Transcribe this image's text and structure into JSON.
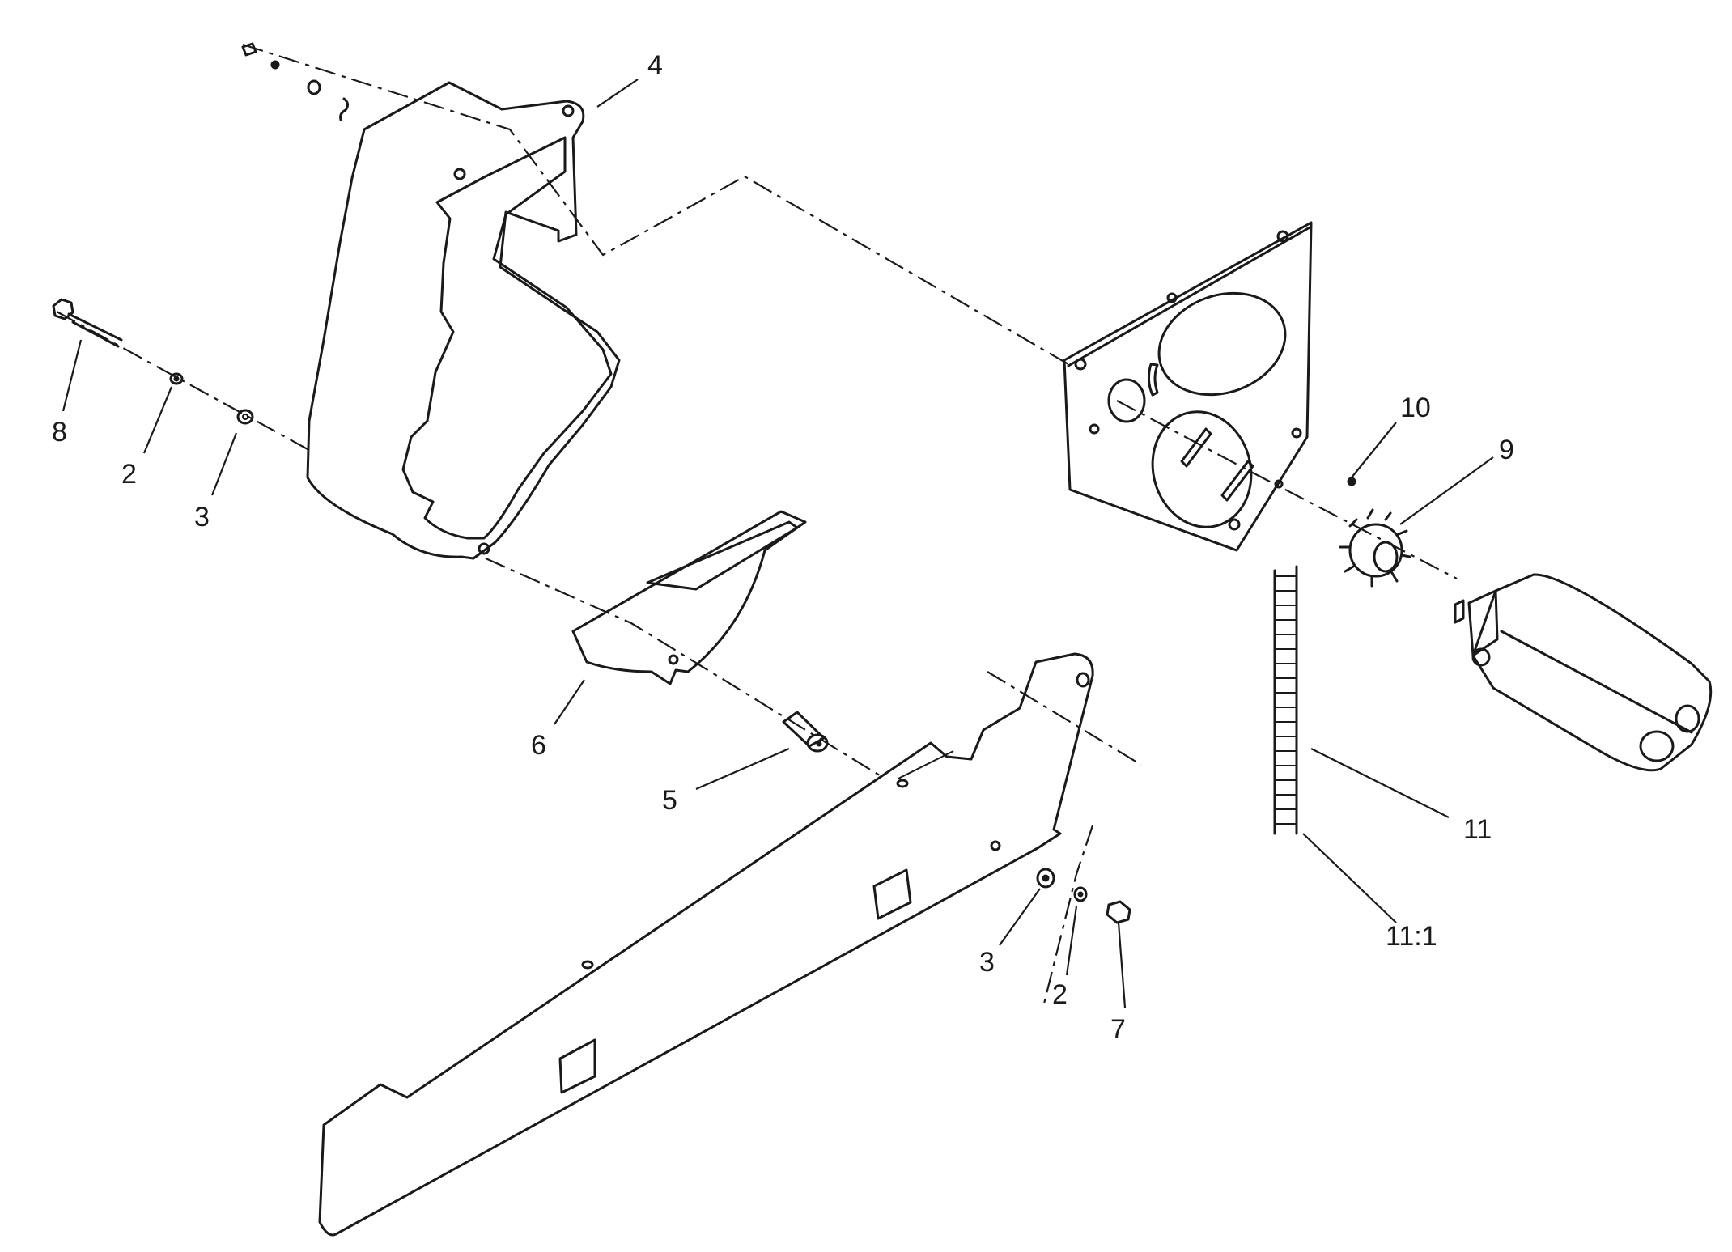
{
  "diagram": {
    "callouts": [
      {
        "id": "c4",
        "label": "4"
      },
      {
        "id": "c8",
        "label": "8"
      },
      {
        "id": "c2a",
        "label": "2"
      },
      {
        "id": "c3a",
        "label": "3"
      },
      {
        "id": "c6",
        "label": "6"
      },
      {
        "id": "c5",
        "label": "5"
      },
      {
        "id": "c10",
        "label": "10"
      },
      {
        "id": "c9",
        "label": "9"
      },
      {
        "id": "c11",
        "label": "11"
      },
      {
        "id": "c11_1",
        "label": "11:1"
      },
      {
        "id": "c3b",
        "label": "3"
      },
      {
        "id": "c2b",
        "label": "2"
      },
      {
        "id": "c7",
        "label": "7"
      }
    ]
  }
}
